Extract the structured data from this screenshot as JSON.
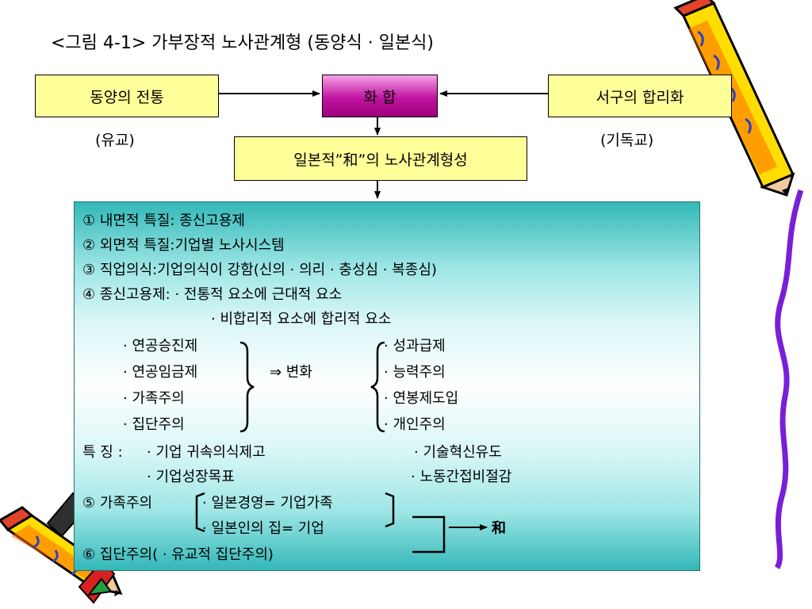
{
  "title": "<그림 4-1> 가부장적 노사관계형 (동양식 · 일본식)",
  "boxes": {
    "left": "동양의 전통",
    "left_sub": "(유교)",
    "center": "화  합",
    "right": "서구의 합리화",
    "right_sub": "(기독교)",
    "result": "일본적”和”의 노사관계형성"
  },
  "panel": {
    "l1": "① 내면적 특질: 종신고용제",
    "l2": "② 외면적 특질:기업별 노사시스템",
    "l3": "③ 직업의식:기업의식이 강함(신의 · 의리 · 충성심 · 복종심)",
    "l4": "④ 종신고용제: · 전통적 요소에 근대적 요소",
    "l5": "· 비합리적 요소에 합리적 요소",
    "left_list": [
      "· 연공승진제",
      "· 연공임금제",
      "· 가족주의",
      "· 집단주의"
    ],
    "change": "⇒  변화",
    "right_list": [
      "· 성과급제",
      "· 능력주의",
      "· 연봉제도입",
      "· 개인주의"
    ],
    "feat_label": "특 징 :",
    "feat1": "· 기업 귀속의식제고",
    "feat2": "· 기업성장목표",
    "feat3": "· 기술혁신유도",
    "feat4": "· 노동간접비절감",
    "l5b": "⑤ 가족주의",
    "fam1": "· 일본경영= 기업가족",
    "fam2": "· 일본인의 집= 기업",
    "l6": "⑥ 집단주의( · 유교적 집단주의)",
    "wa": "和"
  },
  "colors": {
    "box_fill": "#ffff99",
    "center_fill": "#c0139f",
    "panel_teal": "#33b8b8"
  }
}
